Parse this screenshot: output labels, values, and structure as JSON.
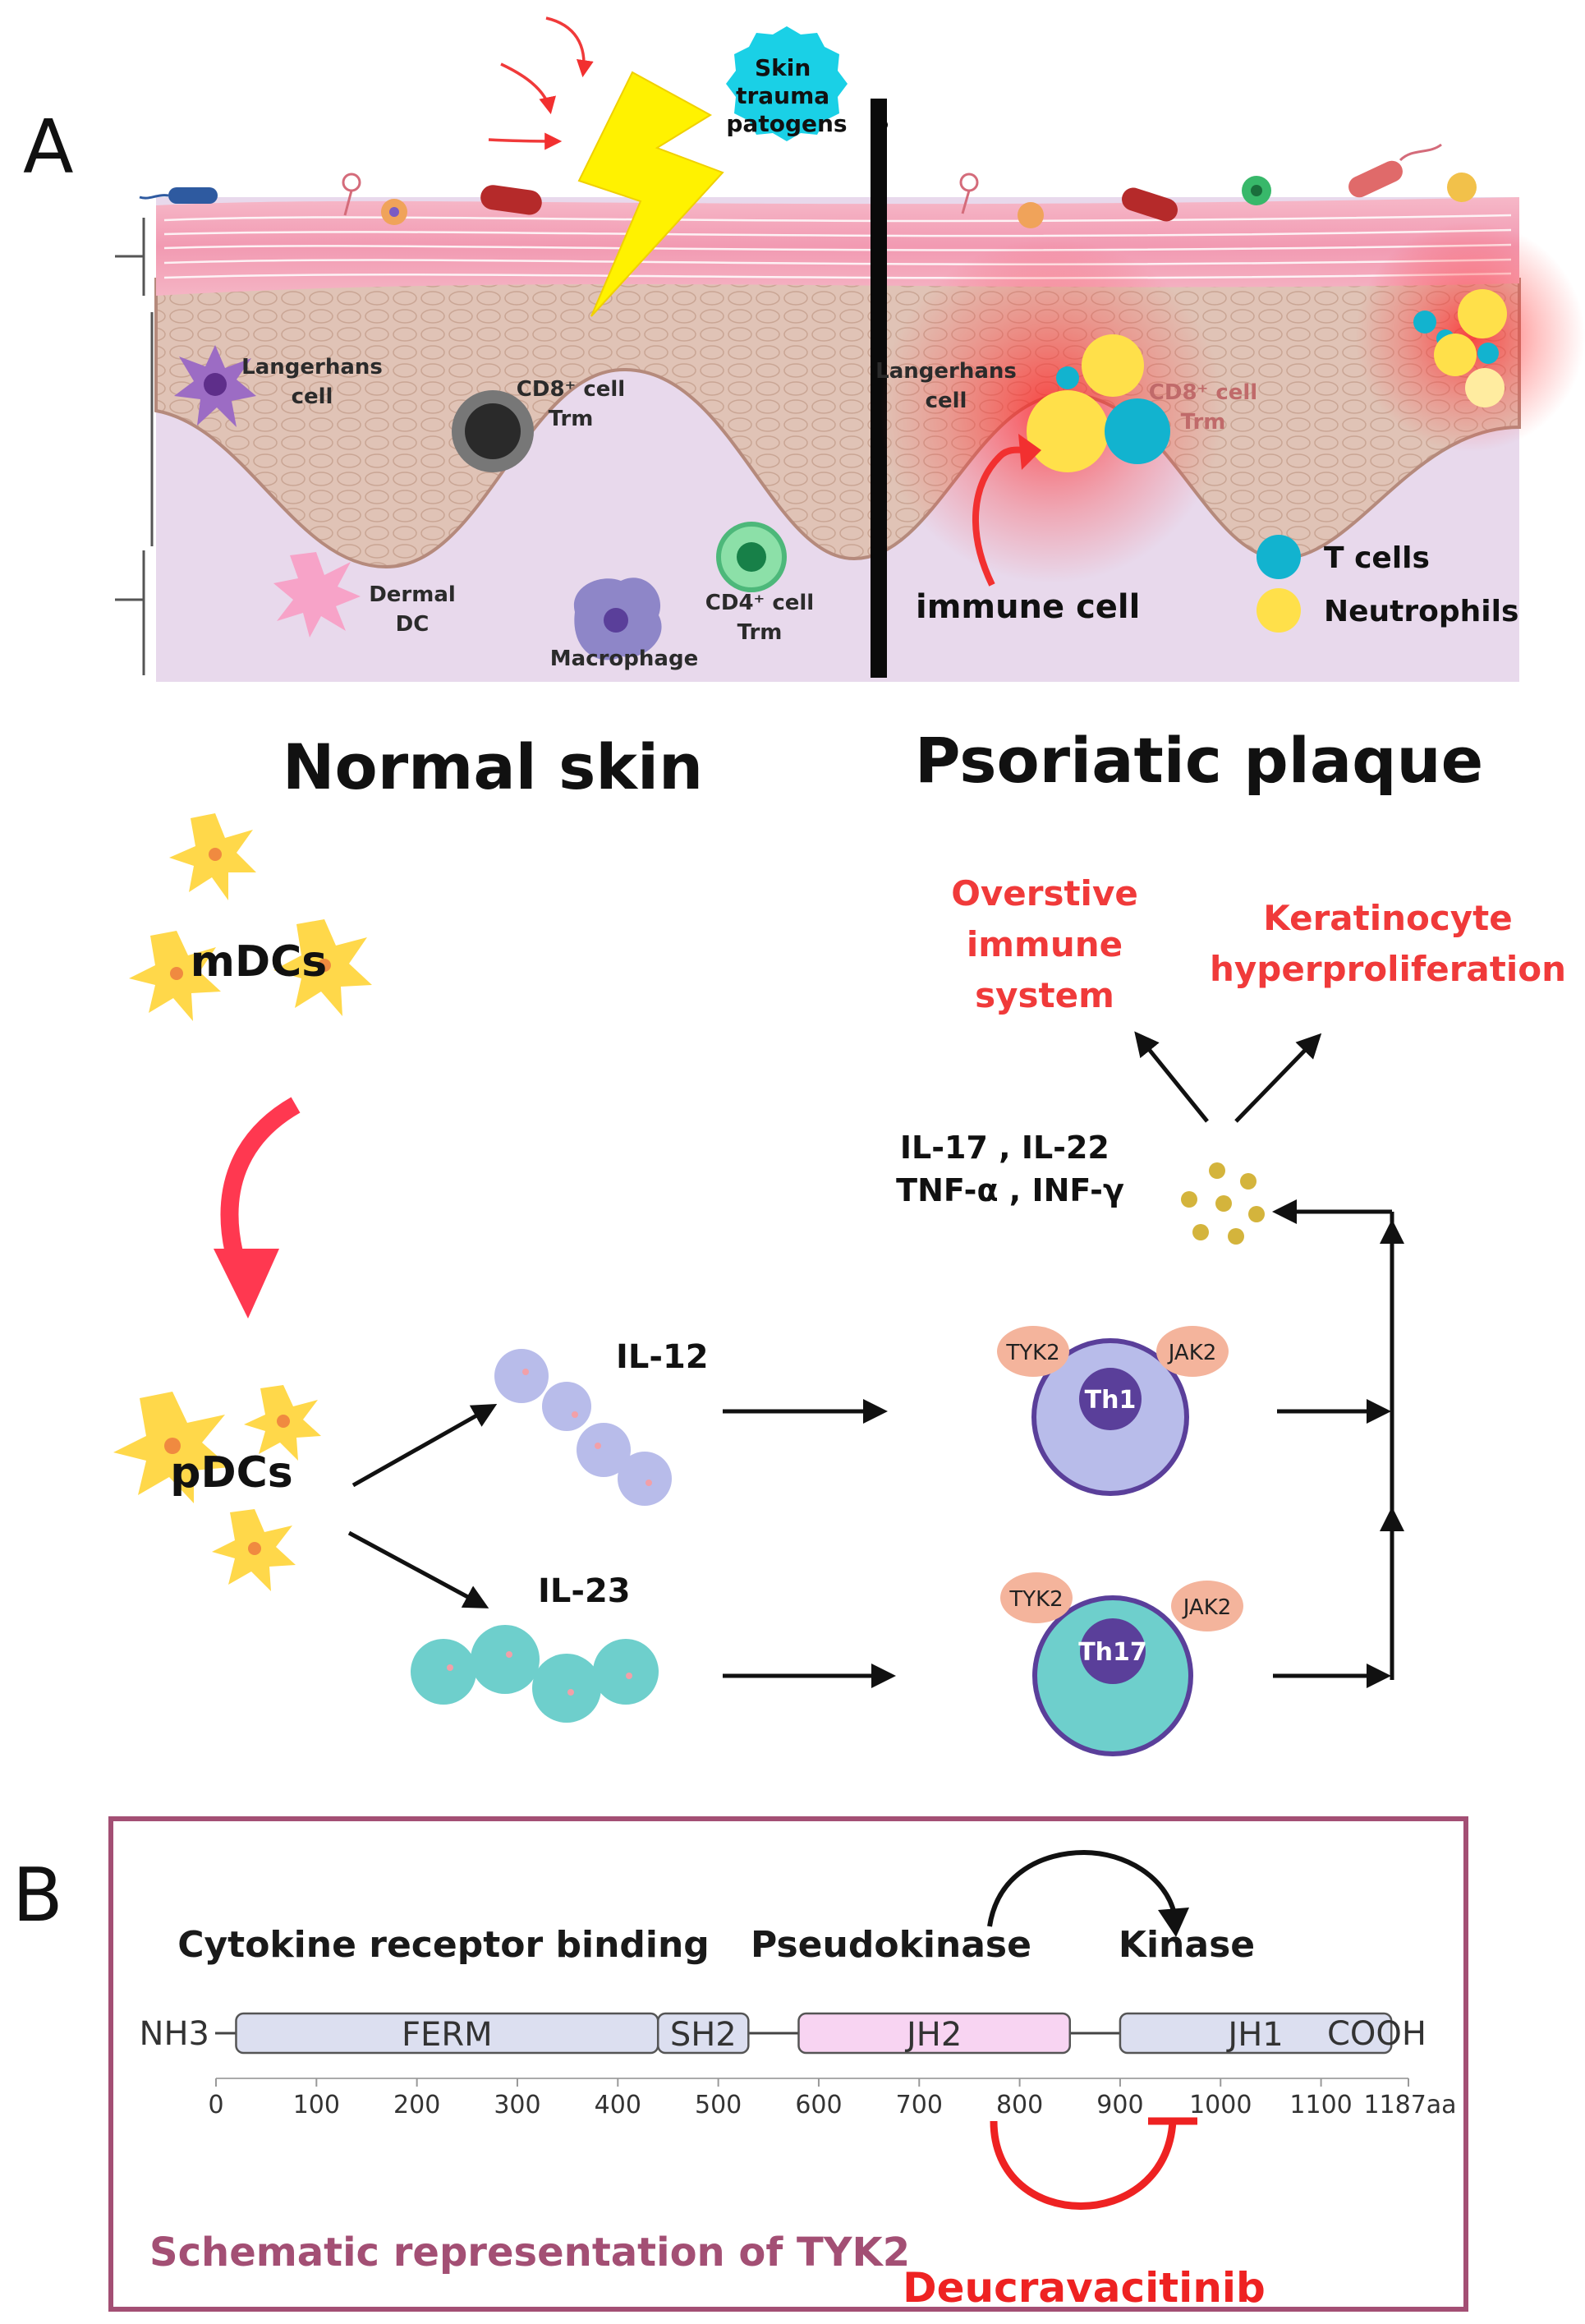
{
  "panel_a": {
    "letter": "A",
    "trigger_label": [
      "Skin",
      "trauma",
      "patogens"
    ],
    "normal_cells": [
      {
        "id": "langerhans",
        "lines": [
          "Langerhans",
          "cell"
        ]
      },
      {
        "id": "cd8",
        "lines": [
          "CD8⁺ cell",
          "Trm"
        ]
      },
      {
        "id": "dermal-dc",
        "lines": [
          "Dermal",
          "DC"
        ]
      },
      {
        "id": "macrophage",
        "lines": [
          "Macrophage"
        ]
      },
      {
        "id": "cd4",
        "lines": [
          "CD4⁺ cell",
          "Trm"
        ]
      }
    ],
    "plaque_cells": [
      {
        "id": "langerhans",
        "lines": [
          "Langerhans",
          "cell"
        ]
      },
      {
        "id": "cd8",
        "lines": [
          "CD8⁺ cell",
          "Trm"
        ]
      }
    ],
    "immune_cell_label": "immune cell",
    "legend": [
      {
        "label": "T cells",
        "color": "#12b3cf"
      },
      {
        "label": "Neutrophils",
        "color": "#ffe04a"
      }
    ],
    "normal_title": "Normal skin",
    "plaque_title": "Psoriatic plaque",
    "mdcs_label": "mDCs",
    "pdcs_label": "pDCs",
    "il12_label": "IL-12",
    "il23_label": "IL-23",
    "th1_label": "Th1",
    "th17_label": "Th17",
    "tyk2_label": "TYK2",
    "jak2_label": "JAK2",
    "cytokines": [
      "IL-17 , IL-22",
      "TNF-α ,  INF-γ"
    ],
    "outcome_immune": [
      "Overstive",
      "immune",
      "system"
    ],
    "outcome_kerat": [
      "Keratinocyte",
      "hyperproliferation"
    ]
  },
  "panel_b": {
    "letter": "B",
    "title": "Schematic representation of TYK2",
    "drug": "Deucravacitinib",
    "region_labels": [
      "Cytokine receptor binding",
      "Pseudokinase",
      "Kinase"
    ],
    "n_term": "NH3",
    "c_term": "COOH",
    "domains": [
      {
        "name": "FERM",
        "start": 20,
        "end": 440,
        "color": "#dcdff0"
      },
      {
        "name": "SH2",
        "start": 440,
        "end": 530,
        "color": "#dcdff0"
      },
      {
        "name": "JH2",
        "start": 580,
        "end": 850,
        "color": "#f8d4f2"
      },
      {
        "name": "JH1",
        "start": 900,
        "end": 1170,
        "color": "#dcdff0"
      }
    ],
    "ticks": [
      0,
      100,
      200,
      300,
      400,
      500,
      600,
      700,
      800,
      900,
      1000,
      1100
    ],
    "end_tick": "1187aa",
    "colors": {
      "border": "#a34f74",
      "title": "#a34f74",
      "drug": "#ee2222"
    }
  }
}
